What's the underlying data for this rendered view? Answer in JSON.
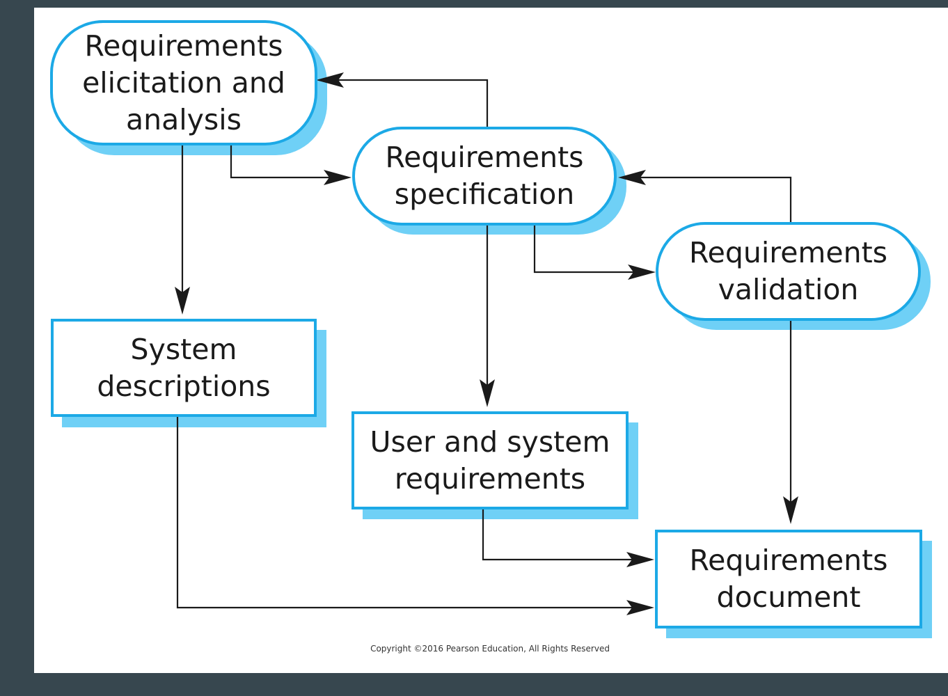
{
  "diagram": {
    "nodes": {
      "elicitation": {
        "label": "Requirements\nelicitation and\nanalysis",
        "shape": "rounded"
      },
      "specification": {
        "label": "Requirements\nspecification",
        "shape": "rounded"
      },
      "validation": {
        "label": "Requirements\nvalidation",
        "shape": "rounded"
      },
      "system_descriptions": {
        "label": "System\ndescriptions",
        "shape": "box"
      },
      "user_system_requirements": {
        "label": "User and system\nrequirements",
        "shape": "box"
      },
      "requirements_document": {
        "label": "Requirements\ndocument",
        "shape": "box"
      }
    },
    "edges": [
      {
        "from": "specification",
        "to": "elicitation"
      },
      {
        "from": "elicitation",
        "to": "specification"
      },
      {
        "from": "elicitation",
        "to": "system_descriptions"
      },
      {
        "from": "validation",
        "to": "specification"
      },
      {
        "from": "specification",
        "to": "validation"
      },
      {
        "from": "specification",
        "to": "user_system_requirements"
      },
      {
        "from": "validation",
        "to": "requirements_document"
      },
      {
        "from": "user_system_requirements",
        "to": "requirements_document"
      },
      {
        "from": "system_descriptions",
        "to": "requirements_document"
      }
    ],
    "copyright": "Copyright ©2016 Pearson Education, All Rights Reserved"
  },
  "colors": {
    "background": "#37474f",
    "canvas": "#ffffff",
    "node_border": "#1ca9e6",
    "node_shadow": "#6fd0f6",
    "connector": "#1a1a1a"
  }
}
